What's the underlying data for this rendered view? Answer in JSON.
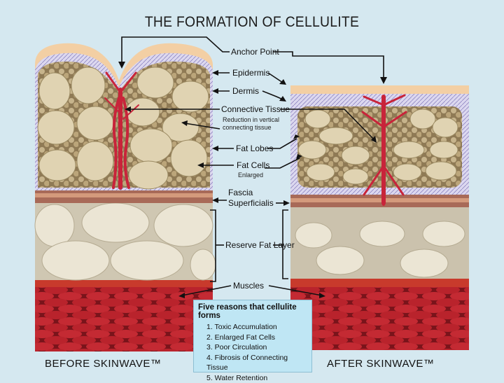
{
  "title": "THE FORMATION OF CELLULITE",
  "labels": {
    "anchor_point": "Anchor Point",
    "epidermis": "Epidermis",
    "dermis": "Dermis",
    "connective_tissue": "Connective Tissue",
    "connective_note_1": "Reduction in vertical",
    "connective_note_2": "connecting tissue",
    "fat_lobes": "Fat Lobes",
    "fat_cells": "Fat Cells",
    "fat_cells_note": "Enlarged",
    "fascia_1": "Fascia",
    "fascia_2": "Superficialis",
    "reserve_fat": "Reserve Fat Layer",
    "muscles": "Muscles"
  },
  "reasons": {
    "heading": "Five reasons that cellulite forms",
    "items": [
      "1. Toxic Accumulation",
      "2. Enlarged Fat Cells",
      "3. Poor Circulation",
      "4. Fibrosis of Connecting Tissue",
      "5. Water Retention"
    ]
  },
  "captions": {
    "before": "BEFORE SKINWAVE™",
    "after": "AFTER SKINWAVE™"
  },
  "colors": {
    "background": "#d5e8f0",
    "epidermis": "#f3cfa4",
    "dermis": "#d9d6ee",
    "fat": "#e3d6b8",
    "connective": "#c8243a",
    "muscle": "#b3202a",
    "reserve": "#c9c0aa"
  }
}
